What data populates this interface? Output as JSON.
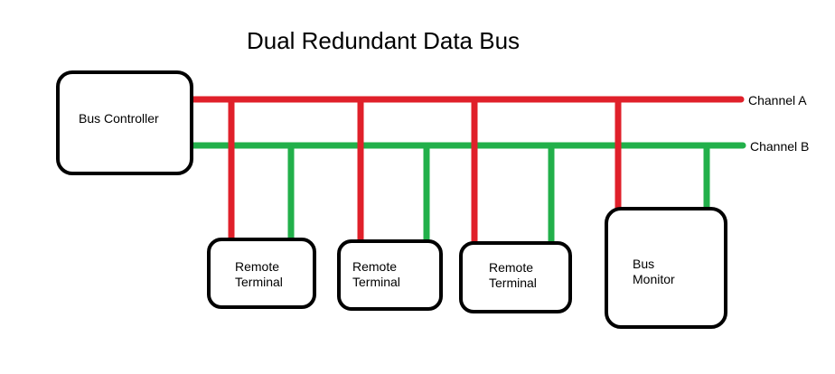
{
  "title": "Dual Redundant Data Bus",
  "colors": {
    "channel_a": "#e0202a",
    "channel_b": "#22b04a",
    "box_border": "#000000",
    "text": "#000000",
    "background": "#ffffff"
  },
  "channels": {
    "a": {
      "label": "Channel A"
    },
    "b": {
      "label": "Channel B"
    }
  },
  "nodes": {
    "bus_controller": {
      "label": "Bus Controller"
    },
    "remote_terminal_1": {
      "line1": "Remote",
      "line2": "Terminal"
    },
    "remote_terminal_2": {
      "line1": "Remote",
      "line2": "Terminal"
    },
    "remote_terminal_3": {
      "line1": "Remote",
      "line2": "Terminal"
    },
    "bus_monitor": {
      "line1": "Bus",
      "line2": "Monitor"
    }
  }
}
